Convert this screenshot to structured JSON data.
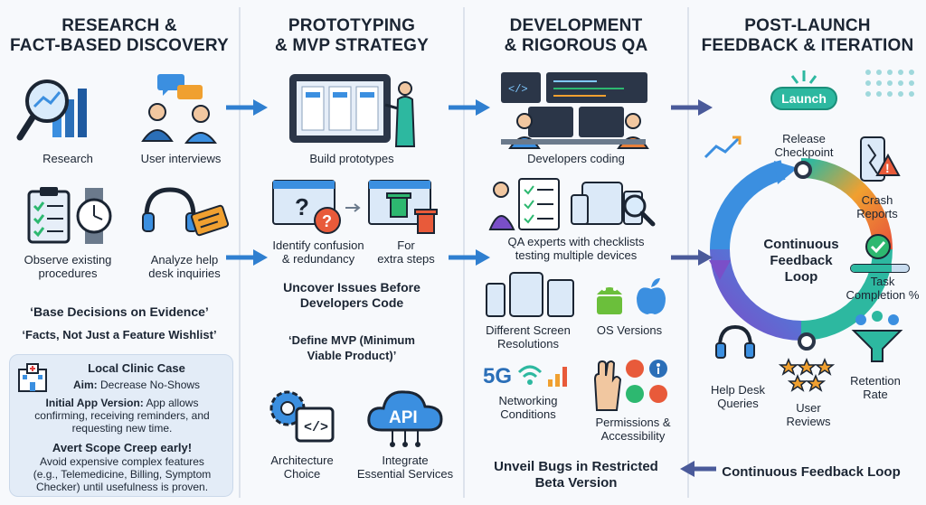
{
  "columns": [
    {
      "title_1": "RESEARCH &",
      "title_2": "FACT-BASED DISCOVERY",
      "items": [
        "Research",
        "User interviews",
        "Observe existing",
        "procedures",
        "Analyze help",
        "desk inquiries"
      ],
      "quote_1": "‘Base Decisions on Evidence’",
      "quote_2": "‘Facts, Not Just a Feature Wishlist’",
      "case": {
        "heading": "Local Clinic Case",
        "aim_label": "Aim:",
        "aim_value": "Decrease No-Shows",
        "initial_label": "Initial App Version:",
        "initial_value": "App allows",
        "initial_line2": "confirming, receiving reminders, and",
        "initial_line3": "requesting new time.",
        "avert": "Avert Scope Creep early!",
        "avoid_1": "Avoid expensive complex features",
        "avoid_2": "(e.g., Telemedicine, Billing, Symptom",
        "avoid_3": "Checker) until usefulness is proven."
      }
    },
    {
      "title_1": "PROTOTYPING",
      "title_2": "& MVP STRATEGY",
      "items": [
        "Build prototypes",
        "Identify confusion",
        "& redundancy",
        "For",
        "extra steps"
      ],
      "uncover_1": "Uncover Issues Before",
      "uncover_2": "Developers Code",
      "define_1": "‘Define MVP (Minimum",
      "define_2": "Viable Product)’",
      "arch_1": "Architecture",
      "arch_2": "Choice",
      "integ_1": "Integrate",
      "integ_2": "Essential Services",
      "api_text": "API"
    },
    {
      "title_1": "DEVELOPMENT",
      "title_2": "& RIGOROUS QA",
      "items": [
        "Developers coding",
        "QA experts with checklists",
        "testing multiple devices"
      ],
      "screens_1": "Different Screen",
      "screens_2": "Resolutions",
      "os": "OS Versions",
      "net_1": "Networking",
      "net_2": "Conditions",
      "perm_1": "Permissions &",
      "perm_2": "Accessibility",
      "unveil_1": "Unveil Bugs in Restricted",
      "unveil_2": "Beta Version",
      "fiveg": "5G"
    },
    {
      "title_1": "POST-LAUNCH",
      "title_2": "FEEDBACK & ITERATION",
      "launch": "Launch",
      "release_1": "Release",
      "release_2": "Checkpoint",
      "crash_1": "Crash",
      "crash_2": "Reports",
      "task_1": "Task",
      "task_2": "Completion %",
      "retention_1": "Retention",
      "retention_2": "Rate",
      "reviews_1": "User",
      "reviews_2": "Reviews",
      "helpdesk_1": "Help Desk",
      "helpdesk_2": "Queries",
      "loop_1": "Continuous",
      "loop_2": "Feedback",
      "loop_3": "Loop",
      "bottom_loop": "Continuous Feedback Loop"
    }
  ],
  "colors": {
    "arrow": "#2f7fd0",
    "navy": "#1b2533",
    "accent_blue": "#3b8fe0",
    "launch_green": "#2db8a0",
    "divider": "#dde3ec"
  }
}
